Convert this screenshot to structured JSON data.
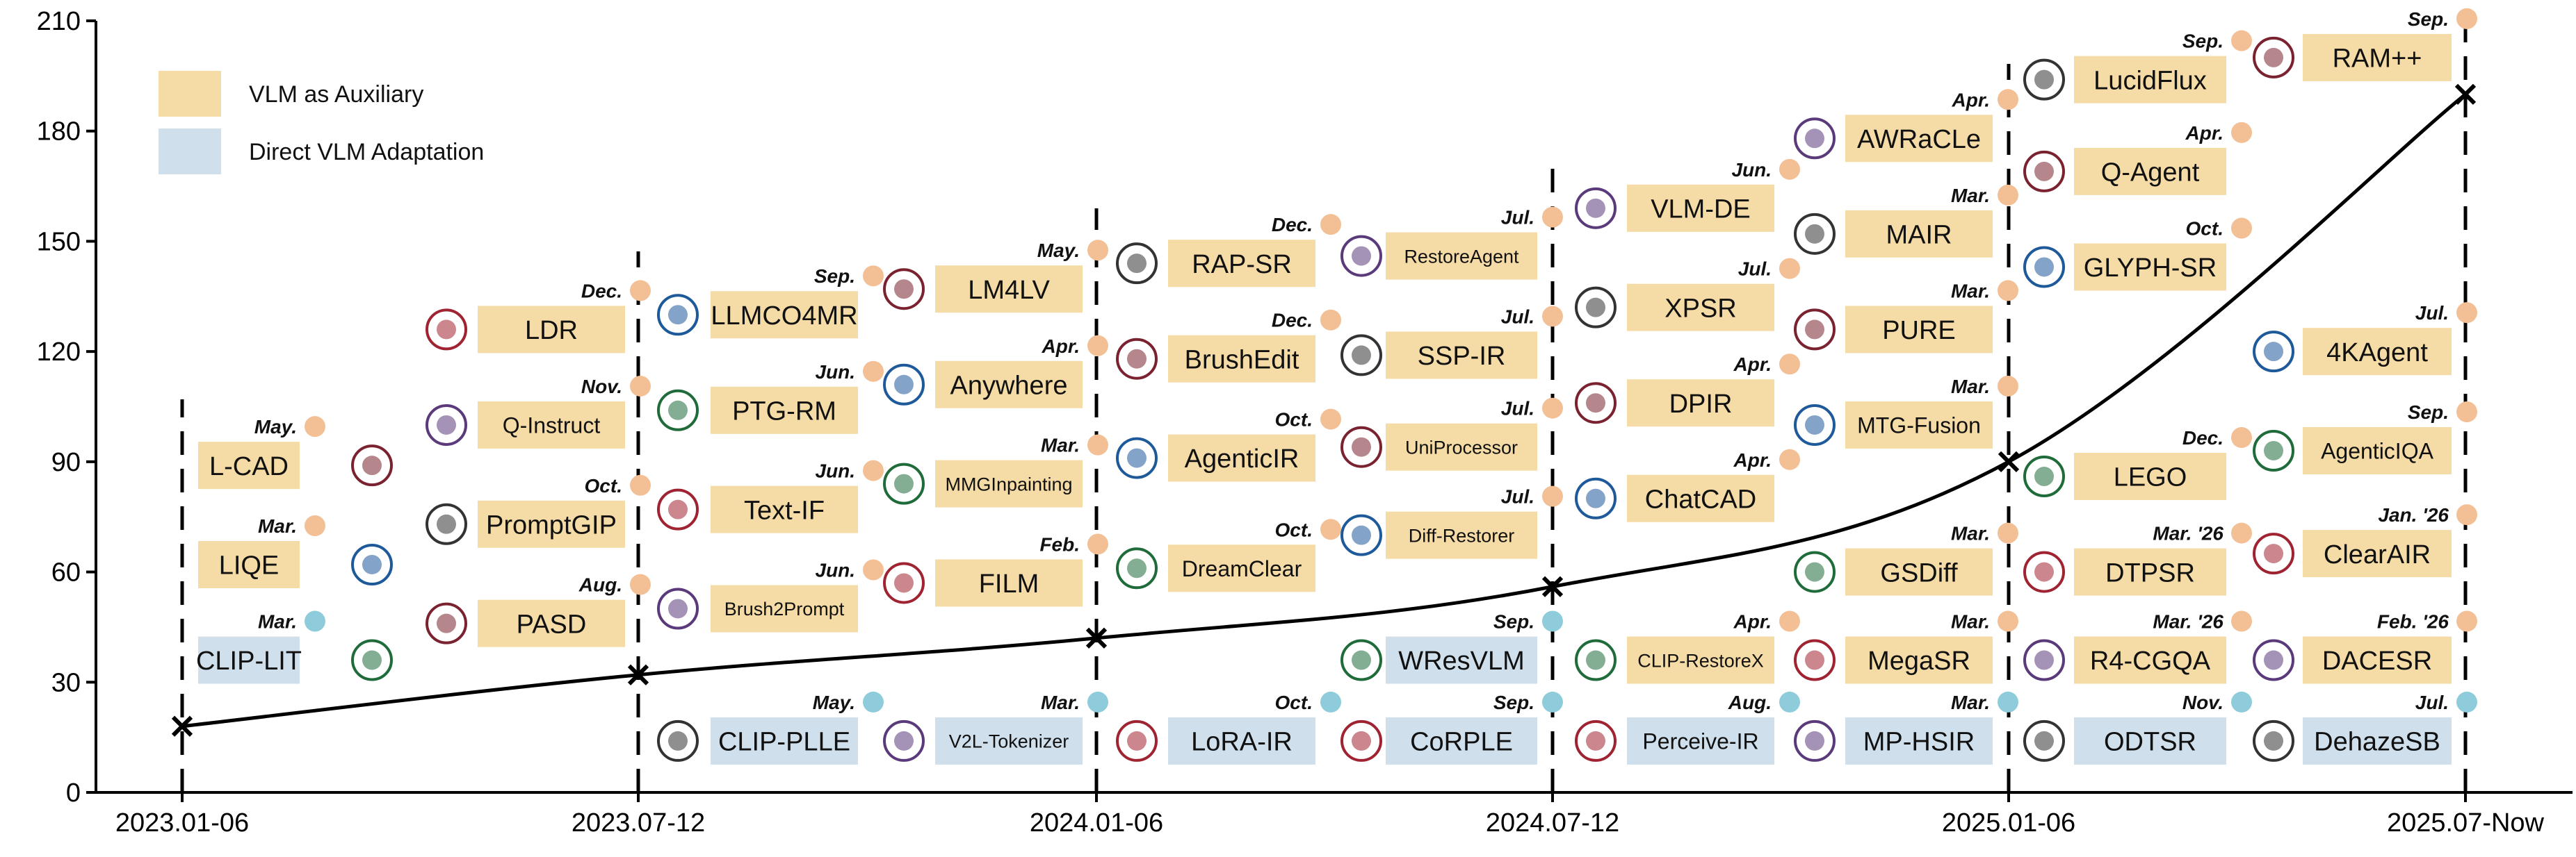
{
  "chart_data": {
    "type": "line",
    "title": "",
    "xlabel": "",
    "ylabel": "",
    "ylim": [
      0,
      210
    ],
    "yticks": [
      0,
      30,
      60,
      90,
      120,
      150,
      180,
      210
    ],
    "xticks": [
      "2023.01-06",
      "2023.07-12",
      "2024.01-06",
      "2024.07-12",
      "2025.01-06",
      "2025.07-Now"
    ],
    "series": [
      {
        "values": [
          18,
          32,
          42,
          56,
          90,
          190
        ]
      }
    ],
    "legend": {
      "placement": "top-left",
      "entries": [
        {
          "label": "VLM as Auxiliary",
          "color": "#f5dca6"
        },
        {
          "label": "Direct VLM Adaptation",
          "color": "#cfe0ec"
        }
      ]
    },
    "colors": {
      "auxiliary": "#f5dca6",
      "direct": "#cfe0ec",
      "dot_auxiliary": "#f3bf95",
      "dot_direct": "#8ecbdb",
      "line": "#000000"
    },
    "methods": [
      {
        "name": "L-CAD",
        "date": "May.",
        "category": "auxiliary",
        "column": 0,
        "y": 89
      },
      {
        "name": "LIQE",
        "date": "Mar.",
        "category": "auxiliary",
        "column": 0,
        "y": 62
      },
      {
        "name": "CLIP-LIT",
        "date": "Mar.",
        "category": "direct",
        "column": 0,
        "y": 36
      },
      {
        "name": "LDR",
        "date": "Dec.",
        "category": "auxiliary",
        "column": 1,
        "y": 126
      },
      {
        "name": "Q-Instruct",
        "date": "Nov.",
        "category": "auxiliary",
        "column": 1,
        "y": 100
      },
      {
        "name": "PromptGIP",
        "date": "Oct.",
        "category": "auxiliary",
        "column": 1,
        "y": 73
      },
      {
        "name": "PASD",
        "date": "Aug.",
        "category": "auxiliary",
        "column": 1,
        "y": 46
      },
      {
        "name": "LLMCO4MR",
        "date": "Sep.",
        "category": "auxiliary",
        "column": 2,
        "y": 130
      },
      {
        "name": "PTG-RM",
        "date": "Jun.",
        "category": "auxiliary",
        "column": 2,
        "y": 104
      },
      {
        "name": "Text-IF",
        "date": "Jun.",
        "category": "auxiliary",
        "column": 2,
        "y": 77
      },
      {
        "name": "Brush2Prompt",
        "date": "Jun.",
        "category": "auxiliary",
        "column": 2,
        "y": 50
      },
      {
        "name": "CLIP-PLLE",
        "date": "May.",
        "category": "direct",
        "column": 2,
        "y": 14
      },
      {
        "name": "LM4LV",
        "date": "May.",
        "category": "auxiliary",
        "column": 3,
        "y": 137
      },
      {
        "name": "Anywhere",
        "date": "Apr.",
        "category": "auxiliary",
        "column": 3,
        "y": 111
      },
      {
        "name": "MMGInpainting",
        "date": "Mar.",
        "category": "auxiliary",
        "column": 3,
        "y": 84
      },
      {
        "name": "FILM",
        "date": "Feb.",
        "category": "auxiliary",
        "column": 3,
        "y": 57
      },
      {
        "name": "V2L-Tokenizer",
        "date": "Mar.",
        "category": "direct",
        "column": 3,
        "y": 14
      },
      {
        "name": "RAP-SR",
        "date": "Dec.",
        "category": "auxiliary",
        "column": 4,
        "y": 144
      },
      {
        "name": "BrushEdit",
        "date": "Dec.",
        "category": "auxiliary",
        "column": 4,
        "y": 118
      },
      {
        "name": "AgenticIR",
        "date": "Oct.",
        "category": "auxiliary",
        "column": 4,
        "y": 91
      },
      {
        "name": "DreamClear",
        "date": "Oct.",
        "category": "auxiliary",
        "column": 4,
        "y": 61
      },
      {
        "name": "LoRA-IR",
        "date": "Oct.",
        "category": "direct",
        "column": 4,
        "y": 14
      },
      {
        "name": "RestoreAgent",
        "date": "Jul.",
        "category": "auxiliary",
        "column": 5,
        "y": 146
      },
      {
        "name": "SSP-IR",
        "date": "Jul.",
        "category": "auxiliary",
        "column": 5,
        "y": 119
      },
      {
        "name": "UniProcessor",
        "date": "Jul.",
        "category": "auxiliary",
        "column": 5,
        "y": 94
      },
      {
        "name": "Diff-Restorer",
        "date": "Jul.",
        "category": "auxiliary",
        "column": 5,
        "y": 70
      },
      {
        "name": "WResVLM",
        "date": "Sep.",
        "category": "direct",
        "column": 5,
        "y": 36
      },
      {
        "name": "CoRPLE",
        "date": "Sep.",
        "category": "direct",
        "column": 5,
        "y": 14
      },
      {
        "name": "VLM-DE",
        "date": "Jun.",
        "category": "auxiliary",
        "column": 6,
        "y": 159
      },
      {
        "name": "XPSR",
        "date": "Jul.",
        "category": "auxiliary",
        "column": 6,
        "y": 132
      },
      {
        "name": "DPIR",
        "date": "Apr.",
        "category": "auxiliary",
        "column": 6,
        "y": 106
      },
      {
        "name": "ChatCAD",
        "date": "Apr.",
        "category": "auxiliary",
        "column": 6,
        "y": 80
      },
      {
        "name": "CLIP-RestoreX",
        "date": "Apr.",
        "category": "auxiliary",
        "column": 6,
        "y": 36
      },
      {
        "name": "Perceive-IR",
        "date": "Aug.",
        "category": "direct",
        "column": 6,
        "y": 14
      },
      {
        "name": "AWRaCLe",
        "date": "Apr.",
        "category": "auxiliary",
        "column": 7,
        "y": 178
      },
      {
        "name": "MAIR",
        "date": "Mar.",
        "category": "auxiliary",
        "column": 7,
        "y": 152
      },
      {
        "name": "PURE",
        "date": "Mar.",
        "category": "auxiliary",
        "column": 7,
        "y": 126
      },
      {
        "name": "MTG-Fusion",
        "date": "Mar.",
        "category": "auxiliary",
        "column": 7,
        "y": 100
      },
      {
        "name": "GSDiff",
        "date": "Mar.",
        "category": "auxiliary",
        "column": 7,
        "y": 60
      },
      {
        "name": "MegaSR",
        "date": "Mar.",
        "category": "auxiliary",
        "column": 7,
        "y": 36
      },
      {
        "name": "MP-HSIR",
        "date": "Mar.",
        "category": "direct",
        "column": 7,
        "y": 14
      },
      {
        "name": "LucidFlux",
        "date": "Sep.",
        "category": "auxiliary",
        "column": 8,
        "y": 194
      },
      {
        "name": "Q-Agent",
        "date": "Apr.",
        "category": "auxiliary",
        "column": 8,
        "y": 169
      },
      {
        "name": "GLYPH-SR",
        "date": "Oct.",
        "category": "auxiliary",
        "column": 8,
        "y": 143
      },
      {
        "name": "LEGO",
        "date": "Dec.",
        "category": "auxiliary",
        "column": 8,
        "y": 86
      },
      {
        "name": "DTPSR",
        "date": "Mar. '26",
        "category": "auxiliary",
        "column": 8,
        "y": 60
      },
      {
        "name": "R4-CGQA",
        "date": "Mar. '26",
        "category": "auxiliary",
        "column": 8,
        "y": 36
      },
      {
        "name": "ODTSR",
        "date": "Nov.",
        "category": "direct",
        "column": 8,
        "y": 14
      },
      {
        "name": "RAM++",
        "date": "Sep.",
        "category": "auxiliary",
        "column": 9,
        "y": 200
      },
      {
        "name": "4KAgent",
        "date": "Jul.",
        "category": "auxiliary",
        "column": 9,
        "y": 120
      },
      {
        "name": "AgenticIQA",
        "date": "Sep.",
        "category": "auxiliary",
        "column": 9,
        "y": 93
      },
      {
        "name": "ClearAIR",
        "date": "Jan. '26",
        "category": "auxiliary",
        "column": 9,
        "y": 65
      },
      {
        "name": "DACESR",
        "date": "Feb. '26",
        "category": "auxiliary",
        "column": 9,
        "y": 36
      },
      {
        "name": "DehazeSB",
        "date": "Jul.",
        "category": "direct",
        "column": 9,
        "y": 14
      }
    ]
  }
}
